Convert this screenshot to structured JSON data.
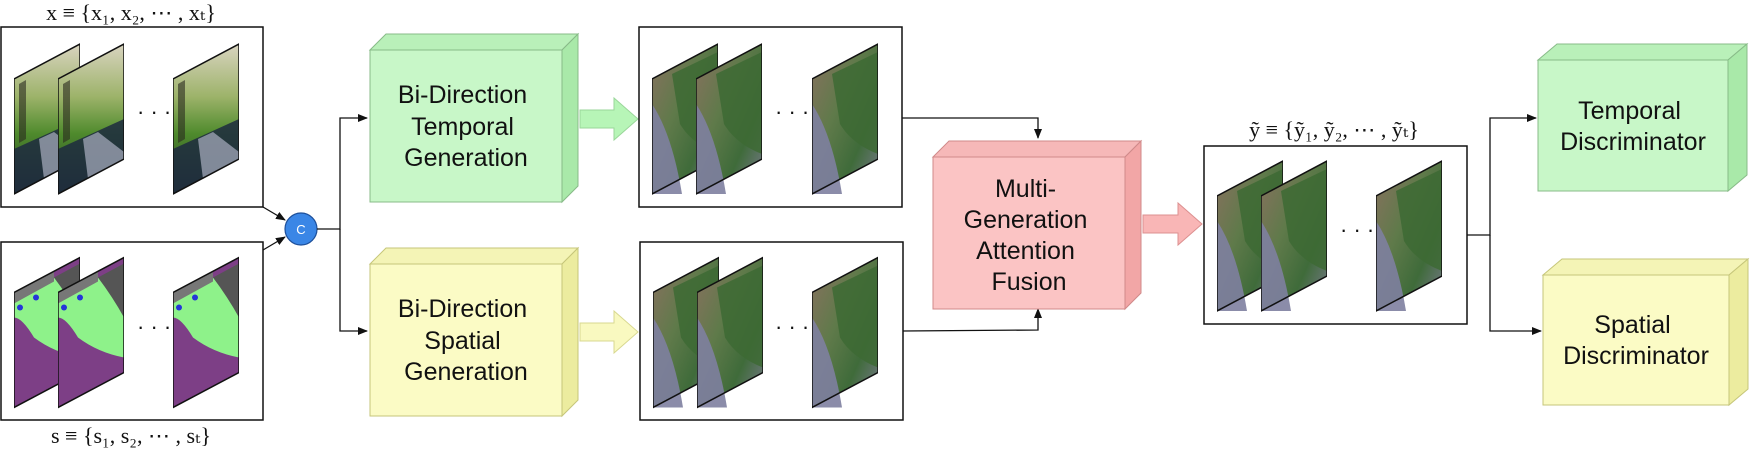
{
  "labels": {
    "input_video": "x ≡ {x₁, x₂, ⋯ , xₜ}",
    "input_semantic": "s ≡ {s₁, s₂, ⋯ , sₜ}",
    "output_video": "ỹ ≡ {ỹ₁, ỹ₂, ⋯ , ỹₜ}",
    "concat_symbol": "C",
    "ellipsis": "· · ·"
  },
  "blocks": {
    "temporal_generation": [
      "Bi-Direction",
      "Temporal",
      "Generation"
    ],
    "spatial_generation": [
      "Bi-Direction",
      "Spatial",
      "Generation"
    ],
    "fusion": [
      "Multi-",
      "Generation",
      "Attention",
      "Fusion"
    ],
    "temporal_discriminator": [
      "Temporal",
      "Discriminator"
    ],
    "spatial_discriminator": [
      "Spatial",
      "Discriminator"
    ]
  },
  "colors": {
    "green_front": "#c8f7c8",
    "green_side": "#a9e9a9",
    "yellow_front": "#fbfbc5",
    "yellow_side": "#ecec9f",
    "red_front": "#fbc4c4",
    "red_side": "#f2a6a6",
    "concat_blue": "#3a86e6",
    "seg_purple": "#7d3f86",
    "seg_green": "#8ef28a"
  }
}
